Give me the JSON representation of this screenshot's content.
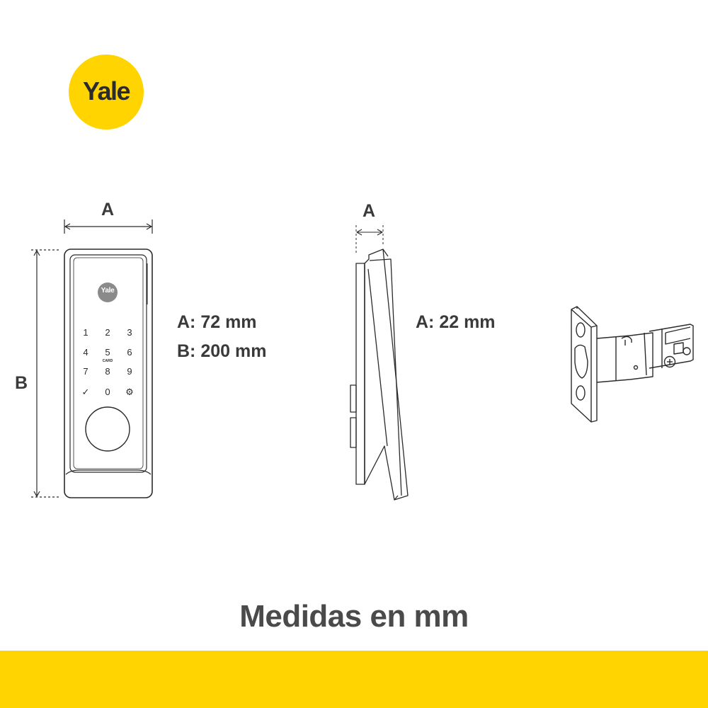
{
  "brand": {
    "logo_text": "Yale",
    "badge_text": "Yale",
    "color_yellow": "#ffd400",
    "color_dark": "#3a3a3a"
  },
  "front_view": {
    "width_letter": "A",
    "height_letter": "B",
    "keypad": [
      "1",
      "2",
      "3",
      "4",
      "5",
      "6",
      "7",
      "8",
      "9",
      "✓",
      "0",
      "⚙"
    ],
    "card_label": "CARD"
  },
  "front_specs": {
    "a": "A: 72 mm",
    "b": "B: 200 mm"
  },
  "side_view": {
    "depth_letter": "A"
  },
  "side_specs": {
    "a": "A: 22 mm"
  },
  "latch": {
    "icon": "deadbolt-latch-icon"
  },
  "footer": {
    "title": "Medidas en mm"
  }
}
